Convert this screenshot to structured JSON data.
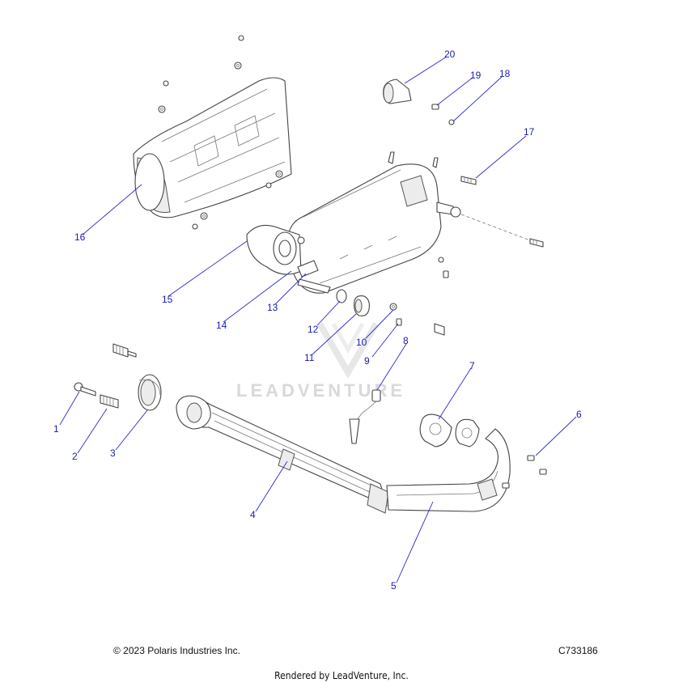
{
  "diagram": {
    "watermark_text": "LEADVENTURE",
    "callouts": [
      "1",
      "2",
      "3",
      "4",
      "5",
      "6",
      "7",
      "8",
      "9",
      "10",
      "11",
      "12",
      "13",
      "14",
      "15",
      "16",
      "17",
      "18",
      "19",
      "20"
    ]
  },
  "footer": {
    "copyright": "© 2023 Polaris Industries Inc.",
    "diagram_code": "C733186",
    "rendered_by": "Rendered by LeadVenture, Inc."
  }
}
